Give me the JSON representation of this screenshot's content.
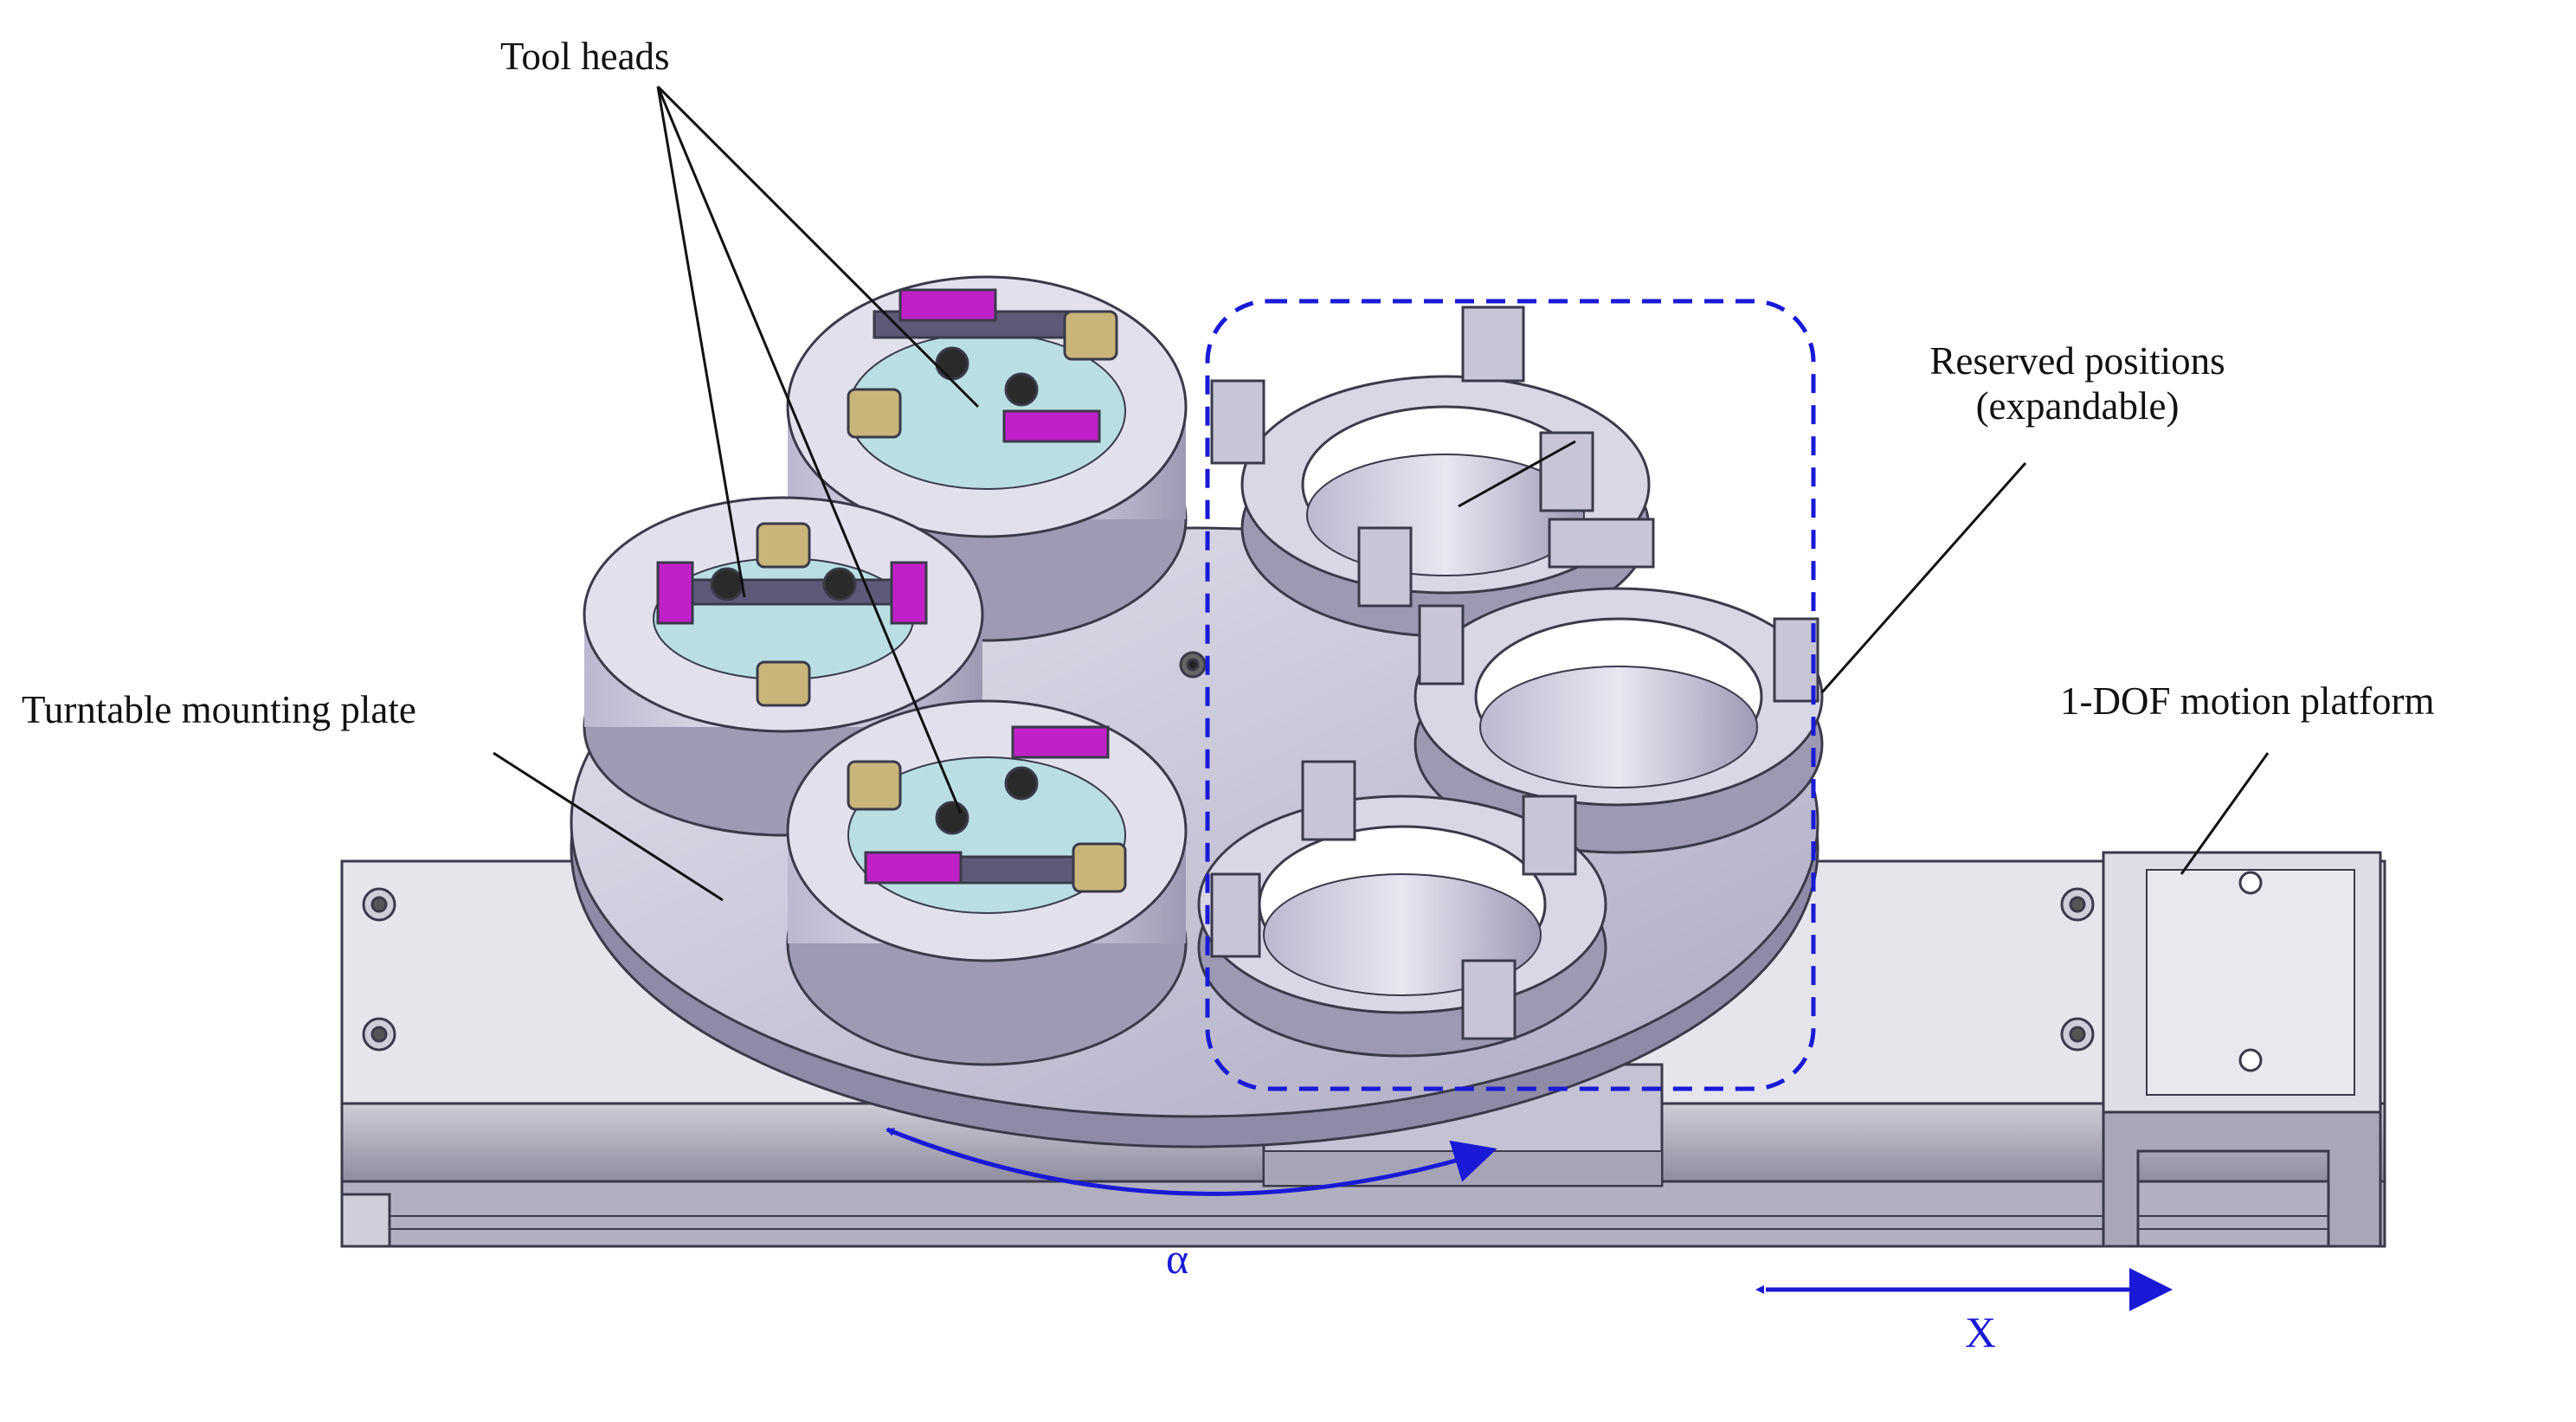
{
  "labels": {
    "tool_heads": "Tool heads",
    "reserved_line1": "Reserved positions",
    "reserved_line2": "(expandable)",
    "turntable": "Turntable mounting plate",
    "motion_platform": "1-DOF motion platform",
    "alpha": "α",
    "x_axis": "X"
  },
  "colors": {
    "metal_light": "#d8d5e3",
    "metal_mid": "#b9b5cc",
    "metal_dark": "#8e8aa6",
    "outline": "#3a3a4a",
    "magenta": "#c020c8",
    "brass": "#c9b57a",
    "teal": "#a8d8dc",
    "annotation_blue": "#1a1ad6"
  }
}
